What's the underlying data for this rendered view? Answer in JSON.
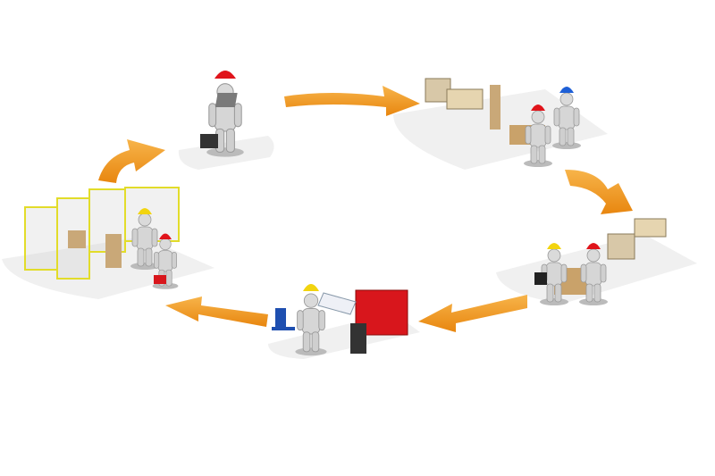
{
  "diagram": {
    "type": "cycle",
    "stages": [
      {
        "id": "planning",
        "icon": "worker-with-laptop-and-briefcase-icon"
      },
      {
        "id": "production-line",
        "icon": "workers-at-robotic-assembly-line-icon"
      },
      {
        "id": "inspection",
        "icon": "workers-inspecting-boxes-icon"
      },
      {
        "id": "design",
        "icon": "engineer-at-drafting-table-icon"
      },
      {
        "id": "robot-cell",
        "icon": "workers-in-fenced-robot-cell-icon"
      }
    ],
    "arrow_direction": "clockwise"
  },
  "colors": {
    "arrow": "#f39a1e",
    "arrow_shade": "#d97b0c",
    "platform": "#f1f1f1",
    "helmet_red": "#e0141b",
    "helmet_blue": "#1e5fd6",
    "helmet_yellow": "#f2d40f",
    "figure": "#d7d7d7",
    "cabinet": "#d8161c",
    "fence": "#e2dc2a"
  }
}
